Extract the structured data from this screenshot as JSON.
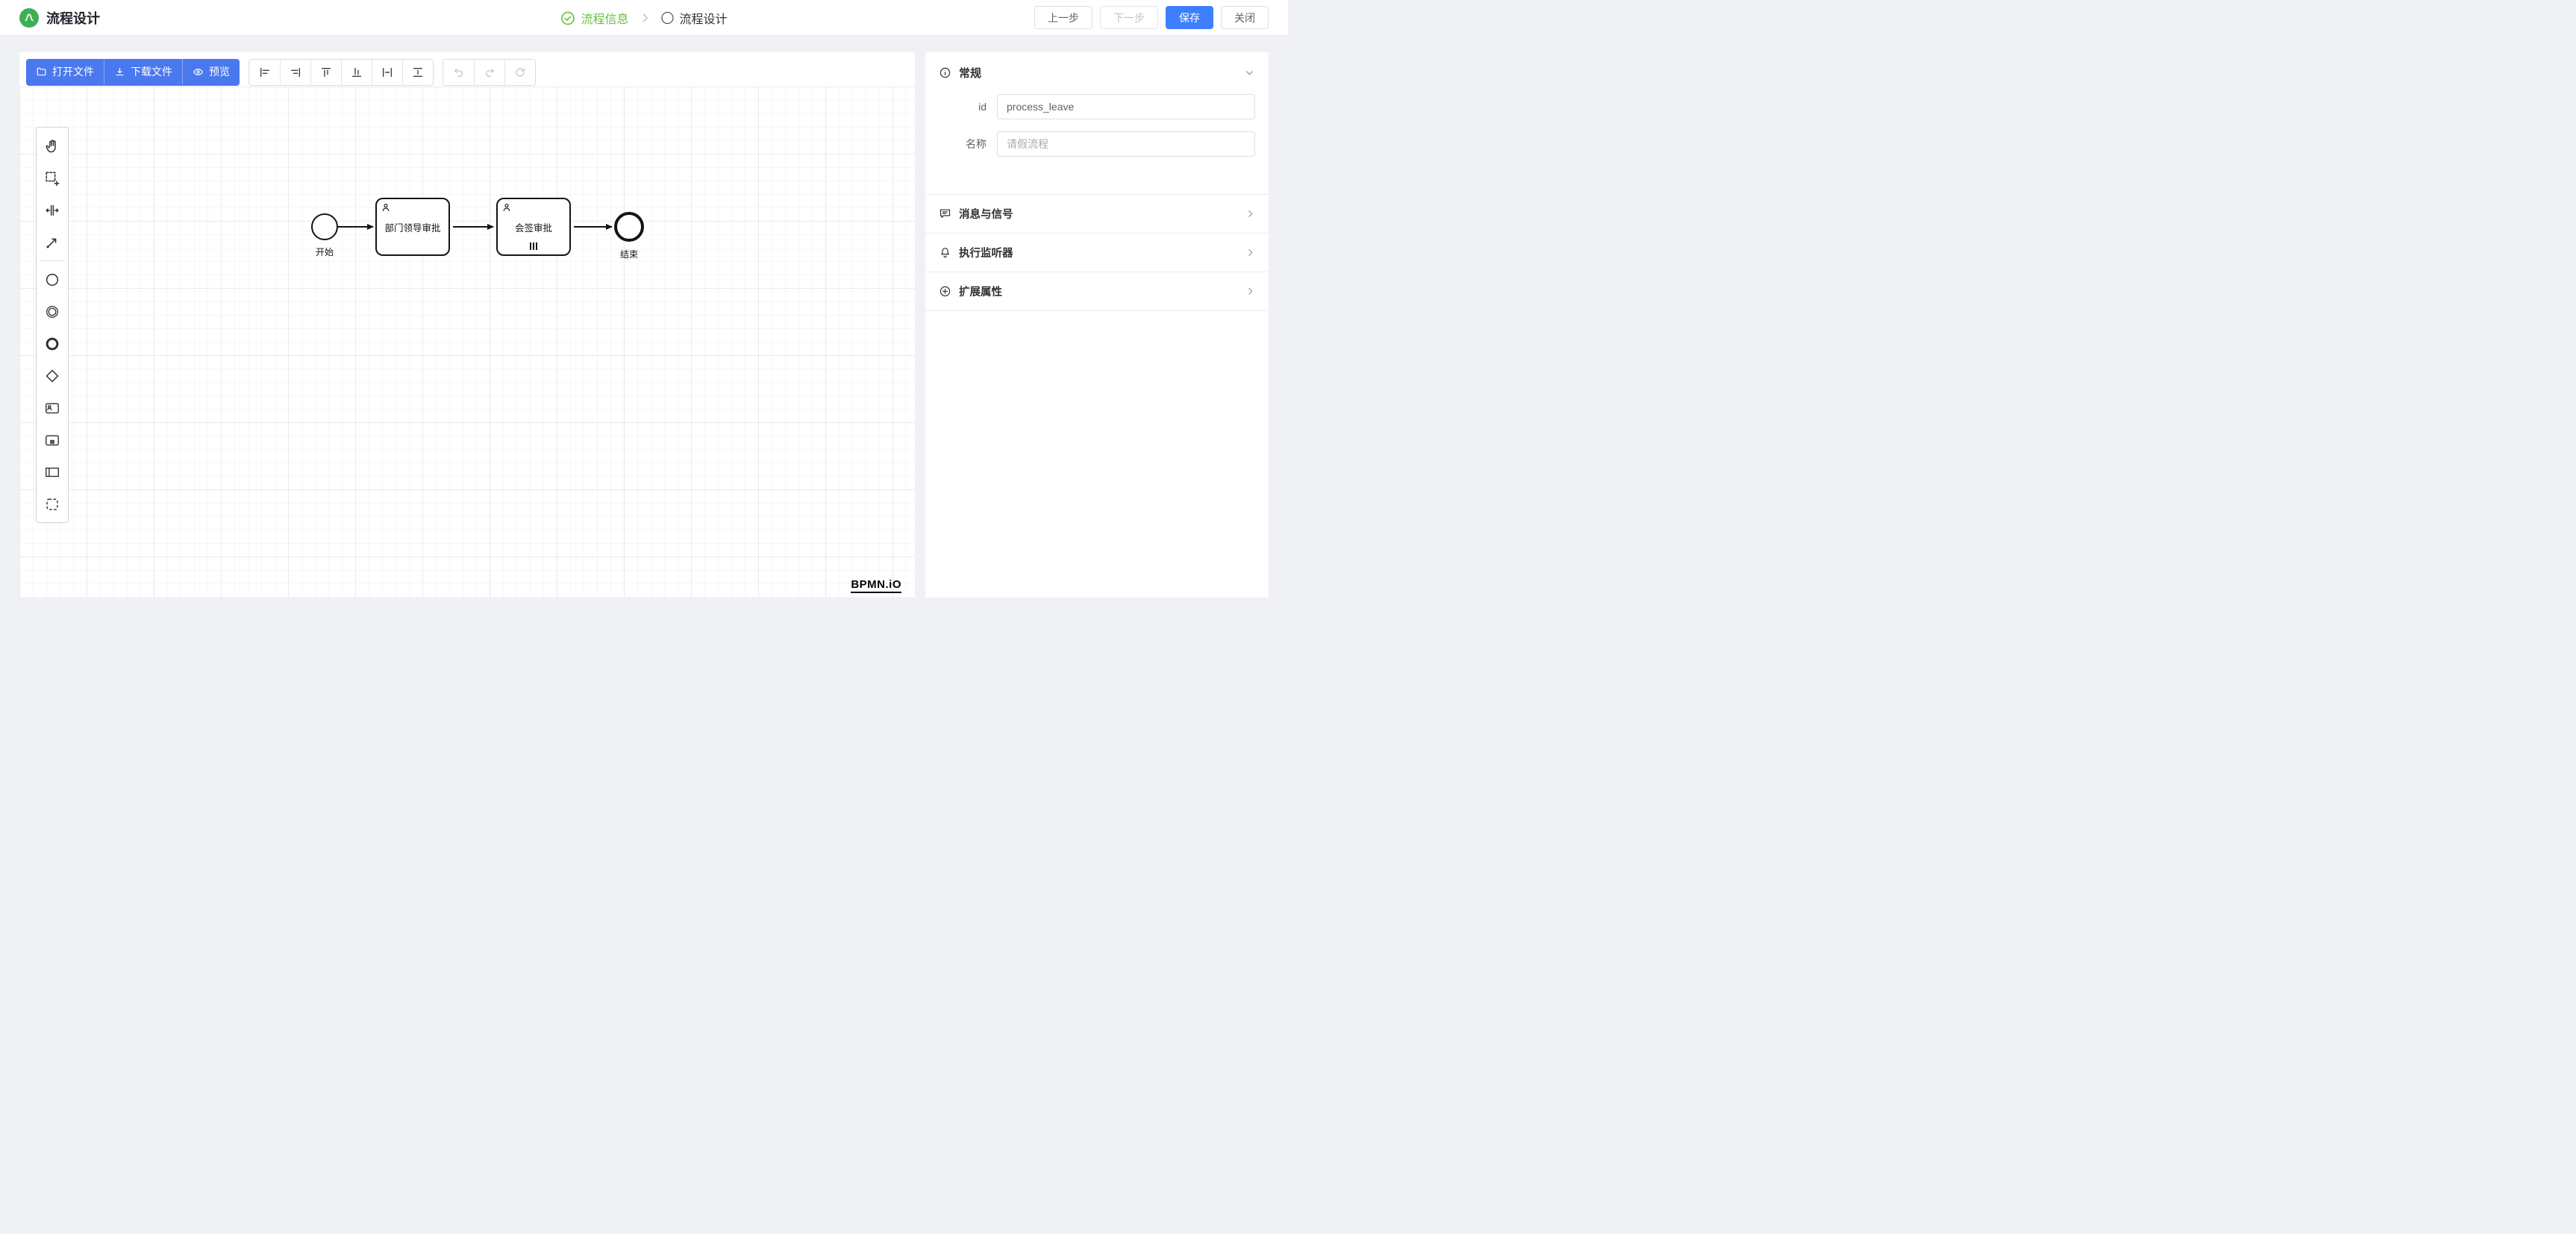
{
  "header": {
    "app_title": "流程设计",
    "steps": [
      {
        "label": "流程信息",
        "status": "completed"
      },
      {
        "label": "流程设计",
        "status": "current"
      }
    ],
    "actions": {
      "prev": "上一步",
      "next": "下一步",
      "save": "保存",
      "close": "关闭"
    }
  },
  "canvas": {
    "toolbar": {
      "open_file": "打开文件",
      "download_file": "下载文件",
      "preview": "预览"
    },
    "diagram": {
      "start_label": "开始",
      "tasks": [
        {
          "label": "部门领导审批",
          "type": "user-task"
        },
        {
          "label": "会签审批",
          "type": "user-task",
          "marker": "parallel-multi-instance"
        }
      ],
      "end_label": "结束"
    },
    "watermark": "BPMN.iO"
  },
  "panel": {
    "general": {
      "title": "常规",
      "id_label": "id",
      "id_value": "process_leave",
      "name_label": "名称",
      "name_placeholder": "请假流程"
    },
    "sections": [
      {
        "label": "消息与信号"
      },
      {
        "label": "执行监听器"
      },
      {
        "label": "扩展属性"
      }
    ]
  },
  "colors": {
    "primary_blue": "#3d7fff",
    "toolbar_blue": "#4a78ee",
    "success_green": "#67c23a",
    "logo_green": "#3cb054",
    "stroke_black": "#141414"
  }
}
